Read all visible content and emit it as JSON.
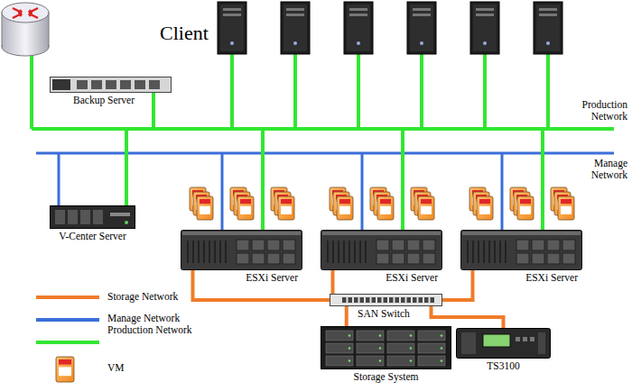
{
  "diagram": {
    "nodes": [
      {
        "text": [
          "Backup Server"
        ]
      },
      {
        "text": [
          "V-Center Server"
        ]
      },
      {
        "text": [
          "ESXi Server"
        ]
      },
      {
        "text": [
          "ESXi Server"
        ]
      },
      {
        "text": [
          "ESXi Server"
        ]
      },
      {
        "text": [
          "SAN Switch"
        ]
      },
      {
        "text": [
          "Storage System"
        ]
      },
      {
        "text": [
          "TS3100"
        ]
      }
    ],
    "edges": [
      {
        "from": 2,
        "to": 5,
        "arrow": "none"
      },
      {
        "from": 3,
        "to": 5,
        "arrow": "none"
      },
      {
        "from": 4,
        "to": 5,
        "arrow": "none"
      },
      {
        "from": 5,
        "to": 6,
        "arrow": "none"
      },
      {
        "from": 5,
        "to": 7,
        "arrow": "none"
      }
    ],
    "labels": [
      "Client",
      "Production Network",
      "Manage Network"
    ],
    "legend": [
      {
        "text": "Storage Network"
      },
      {
        "text": "Manage Network"
      },
      {
        "text": "Production Network"
      },
      {
        "text": "VM"
      }
    ]
  }
}
